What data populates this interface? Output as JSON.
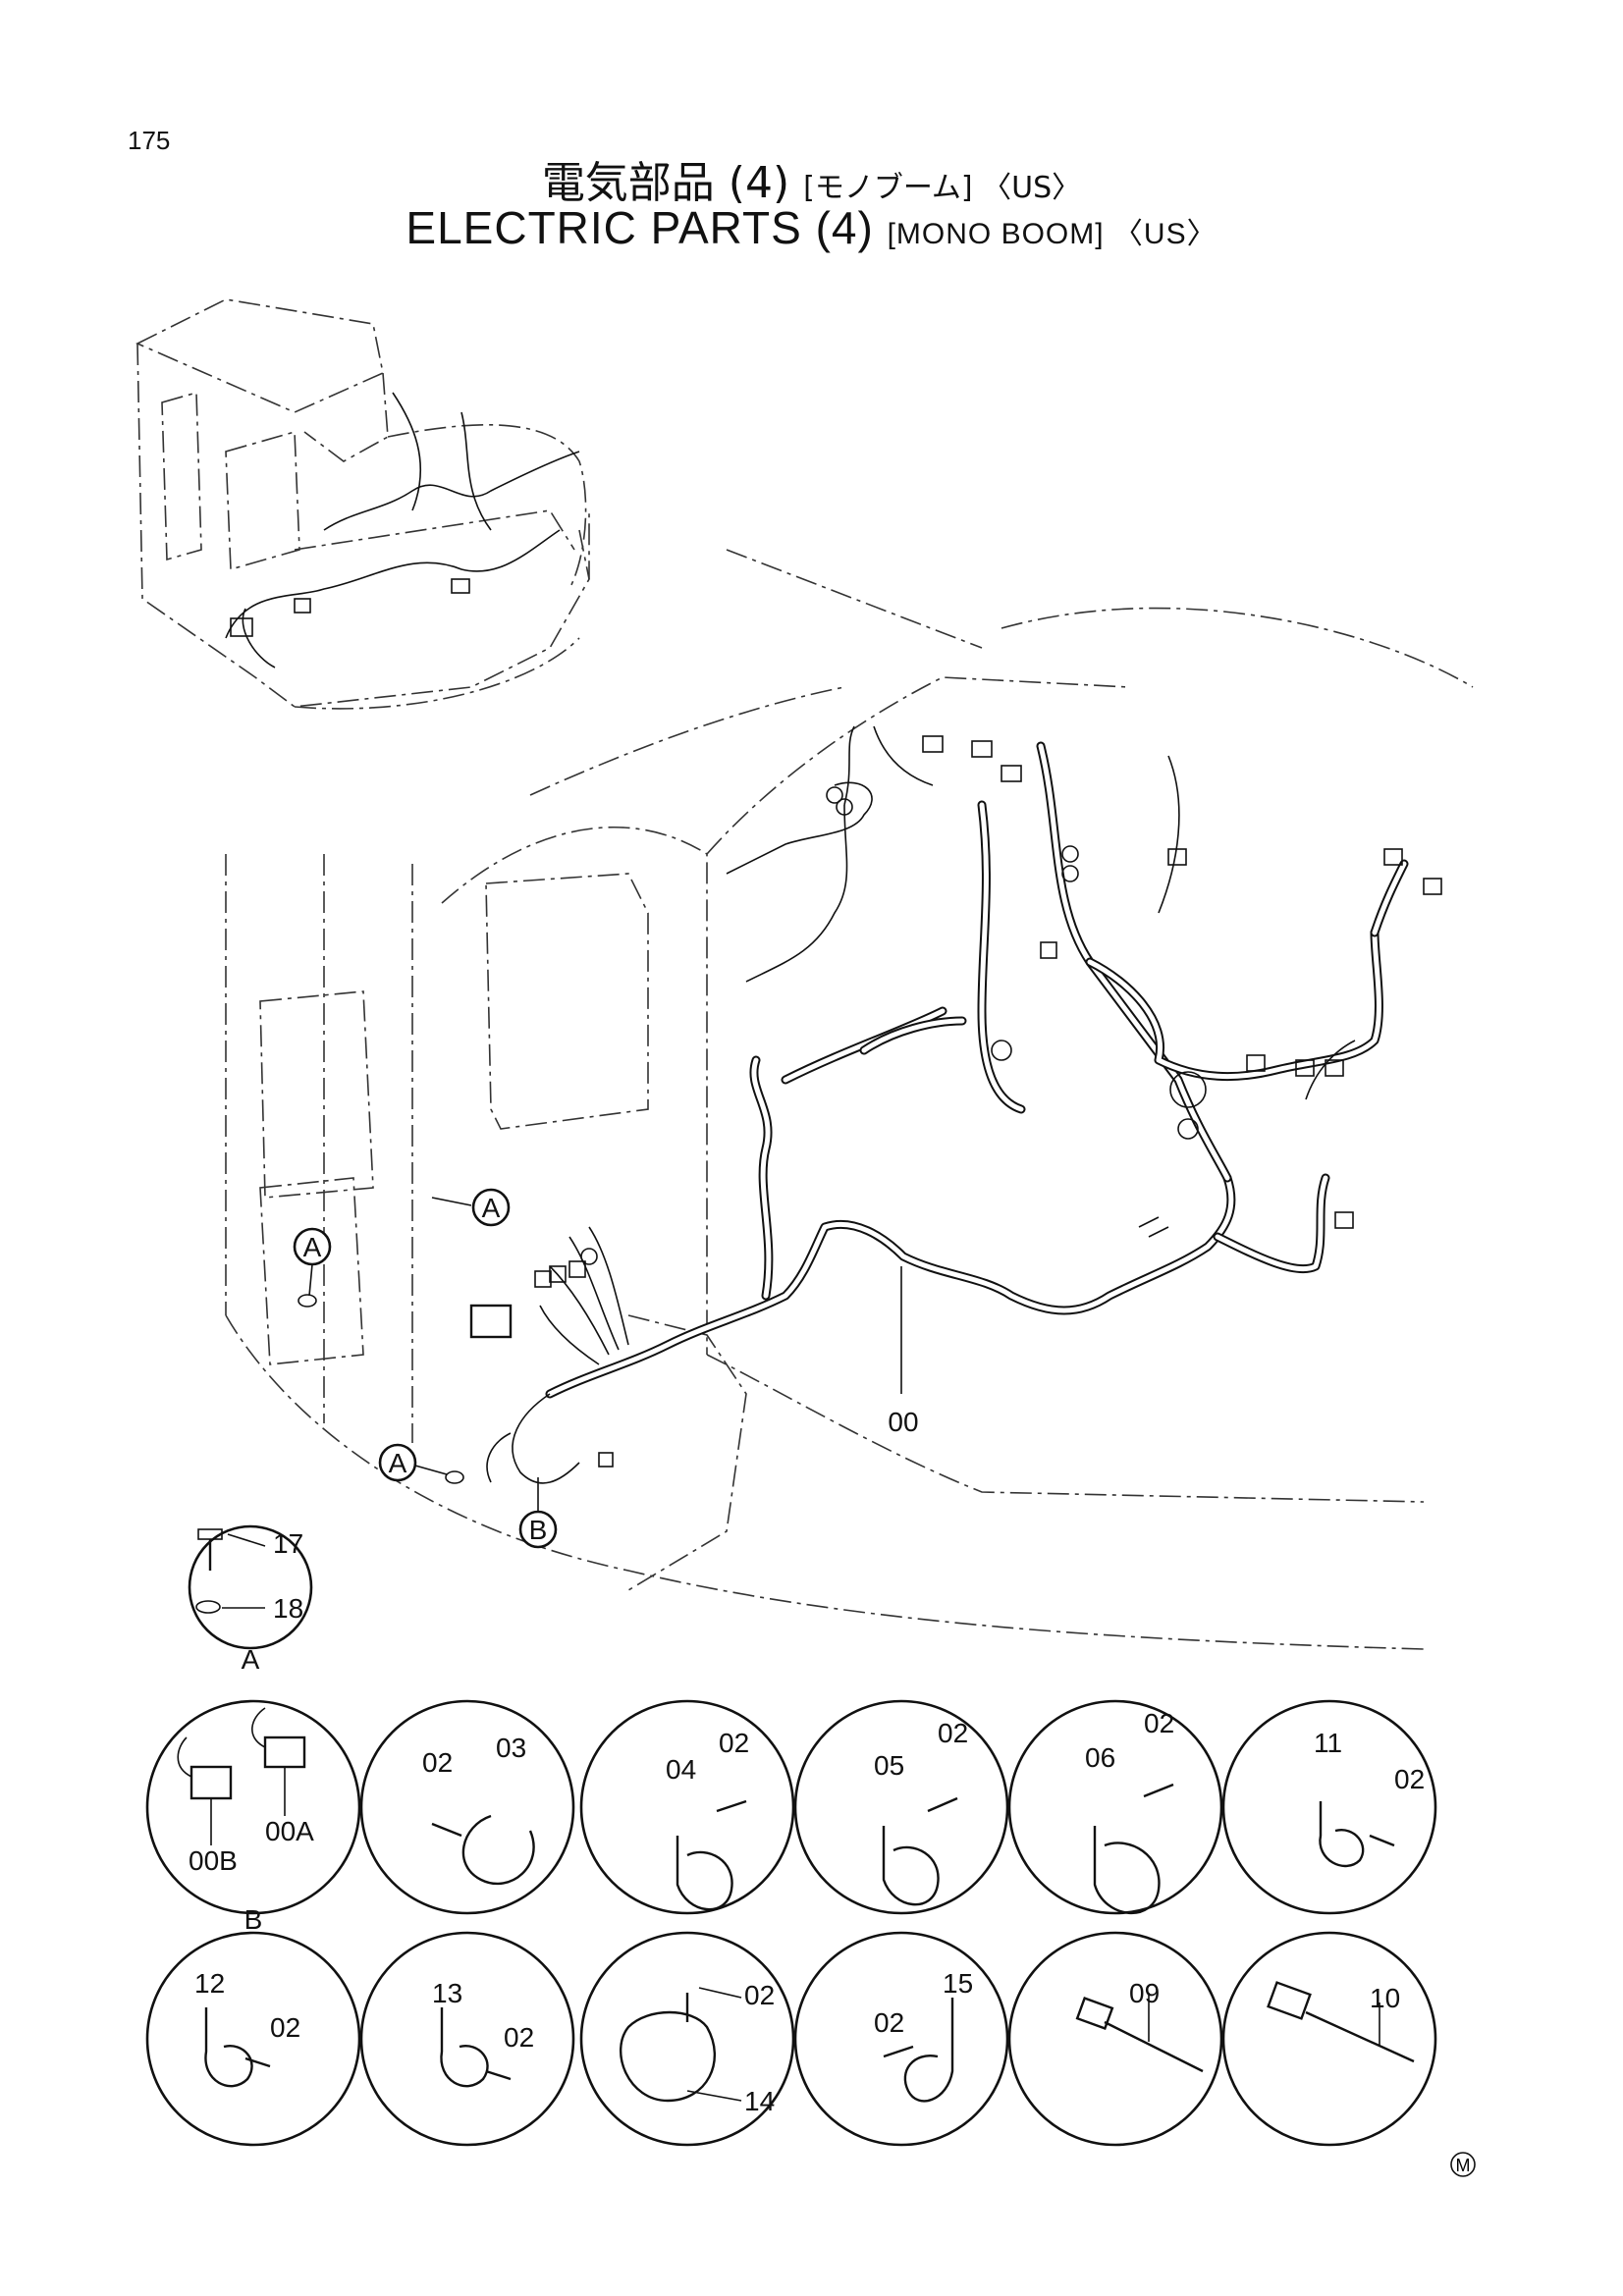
{
  "page_number": "175",
  "title_jp": "電気部品 (4)",
  "title_jp_suffix": "[モノブーム] 〈US〉",
  "title_en": "ELECTRIC PARTS (4)",
  "title_en_suffix": "[MONO BOOM] 〈US〉",
  "callouts": {
    "a1": "A",
    "a2": "A",
    "a3": "A",
    "b": "B",
    "main_harness": "00"
  },
  "detail_a": {
    "screw": "17",
    "washer": "18",
    "caption": "A"
  },
  "detail_b": {
    "conn_b": "00B",
    "conn_a": "00A",
    "caption": "B"
  },
  "row1": [
    {
      "clamp": "03",
      "bolt": "02"
    },
    {
      "clamp": "04",
      "bolt": "02"
    },
    {
      "clamp": "05",
      "bolt": "02"
    },
    {
      "clamp": "06",
      "bolt": "02"
    },
    {
      "clamp": "11",
      "bolt": "02"
    }
  ],
  "row2": [
    {
      "clamp": "12",
      "bolt": "02"
    },
    {
      "clamp": "13",
      "bolt": "02"
    },
    {
      "clamp": "14",
      "bolt": "02"
    },
    {
      "clamp": "15",
      "bolt": "02"
    },
    {
      "tie": "09"
    },
    {
      "tie": "10"
    }
  ],
  "mark": "M"
}
